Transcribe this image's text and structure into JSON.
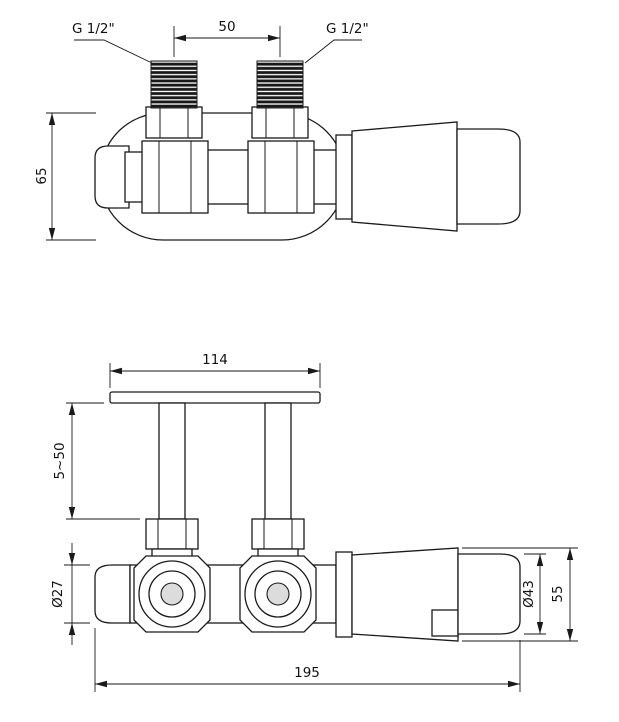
{
  "top_view": {
    "label_g_left": "G 1/2\"",
    "label_g_right": "G 1/2\"",
    "dim_spacing": "50",
    "dim_height": "65"
  },
  "front_view": {
    "dim_plate_width": "114",
    "dim_depth_range": "5~50",
    "dim_pipe_diameter": "Ø27",
    "dim_head_diameter": "Ø43",
    "dim_head_height": "55",
    "dim_total_length": "195"
  }
}
